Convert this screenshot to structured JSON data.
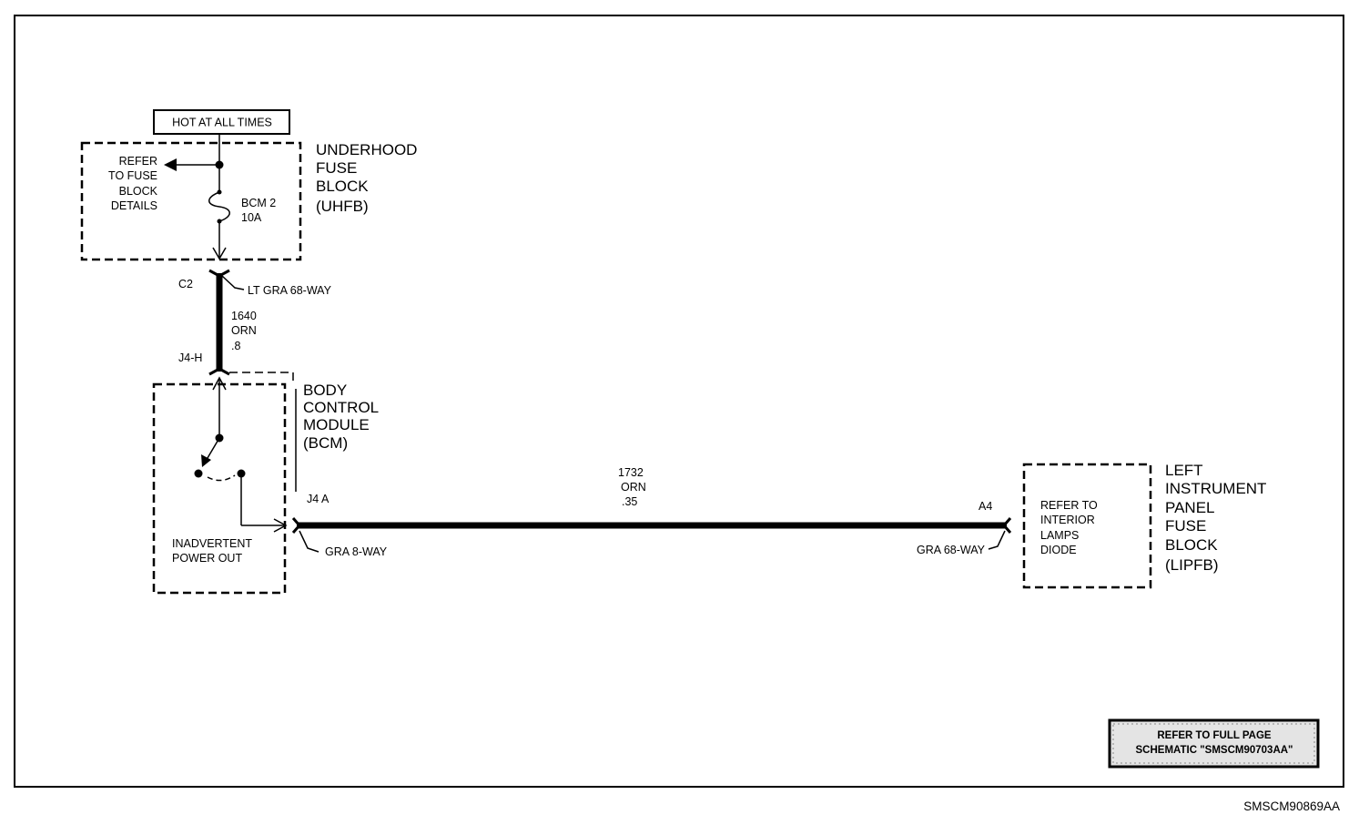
{
  "hot_label": "HOT AT ALL TIMES",
  "uhfb": {
    "name_lines": [
      "UNDERHOOD",
      "FUSE",
      "BLOCK",
      "(UHFB)"
    ],
    "refer_lines": [
      "REFER",
      "TO FUSE",
      "BLOCK",
      "DETAILS"
    ],
    "fuse_lines": [
      "BCM 2",
      "10A"
    ]
  },
  "connector_c2": {
    "pin": "C2",
    "label": "LT GRA 68-WAY"
  },
  "wire_1640": [
    "1640",
    "ORN",
    ".8"
  ],
  "bcm": {
    "pin_top": "J4-H",
    "name_lines": [
      "BODY",
      "CONTROL",
      "MODULE",
      "(BCM)"
    ],
    "output_lines": [
      "INADVERTENT",
      "POWER OUT"
    ],
    "pin_out": "J4 A",
    "connector_label": "GRA 8-WAY"
  },
  "wire_1732": [
    "1732",
    "ORN",
    ".35"
  ],
  "lipfb": {
    "pin": "A4",
    "connector_label": "GRA 68-WAY",
    "refer_lines": [
      "REFER TO",
      "INTERIOR",
      "LAMPS",
      "DIODE"
    ],
    "name_lines": [
      "LEFT",
      "INSTRUMENT",
      "PANEL",
      "FUSE",
      "BLOCK",
      "(LIPFB)"
    ]
  },
  "refer_note": [
    "REFER TO FULL PAGE",
    "SCHEMATIC \"SMSCM90703AA\""
  ],
  "diagram_id": "SMSCM90869AA"
}
